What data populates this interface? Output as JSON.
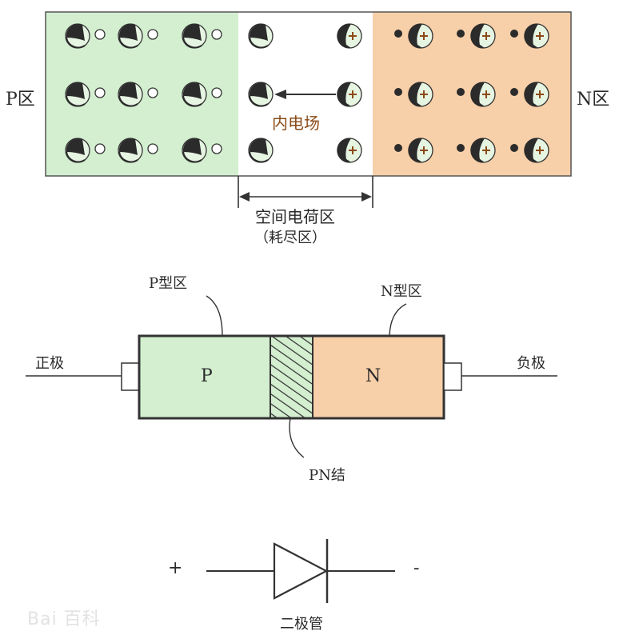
{
  "top_diagram": {
    "p_region_label": "P区",
    "n_region_label": "N区",
    "field_label": "内电场",
    "depletion_label": "空间电荷区",
    "depletion_sublabel": "（耗尽区）",
    "colors": {
      "p_fill": "#d3efd0",
      "n_fill": "#f7cfa8",
      "depletion_fill": "#ffffff",
      "outline": "#555555"
    },
    "p_rows": 3,
    "p_ion_cols": 3,
    "depletion_ion_cols_each_side": 1,
    "n_ion_cols": 3
  },
  "middle_diagram": {
    "p_type_label": "P型区",
    "n_type_label": "N型区",
    "p_letter": "P",
    "n_letter": "N",
    "anode_label": "正极",
    "cathode_label": "负极",
    "junction_label": "PN结"
  },
  "bottom_diagram": {
    "plus_sign": "+",
    "minus_sign": "-",
    "symbol_label": "二极管"
  },
  "watermark": {
    "text": "Bai 百科"
  }
}
